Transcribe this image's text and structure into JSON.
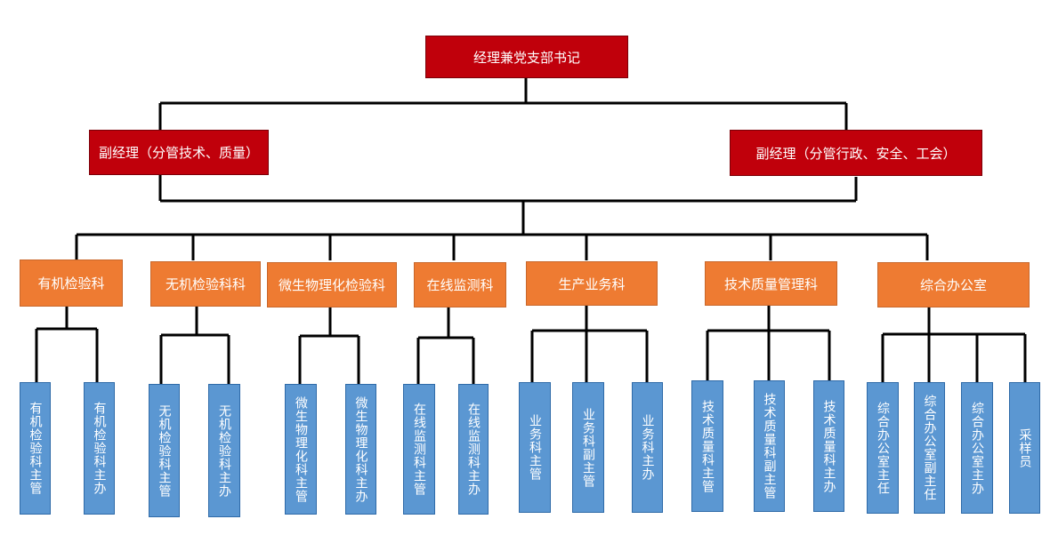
{
  "root": {
    "label": "经理兼党支部书记"
  },
  "deputies": [
    {
      "label": "副经理（分管技术、质量）"
    },
    {
      "label": "副经理（分管行政、安全、工会）"
    }
  ],
  "departments": [
    {
      "label": "有机检验科",
      "staff": [
        "有机检验科主管",
        "有机检验科主办"
      ]
    },
    {
      "label": "无机检验科科",
      "staff": [
        "无机检验科主管",
        "无机检验科主办"
      ]
    },
    {
      "label": "微生物理化检验科",
      "staff": [
        "微生物理化科主管",
        "微生物理化科主办"
      ]
    },
    {
      "label": "在线监测科",
      "staff": [
        "在线监测科主管",
        "在线监测科主办"
      ]
    },
    {
      "label": "生产业务科",
      "staff": [
        "业务科主管",
        "业务科副主管",
        "业务科主办"
      ]
    },
    {
      "label": "技术质量管理科",
      "staff": [
        "技术质量科主管",
        "技术质量科副主管",
        "技术质量科主办"
      ]
    },
    {
      "label": "综合办公室",
      "staff": [
        "综合办公室主任",
        "综合办公室副主任",
        "综合办公室主办",
        "采样员"
      ]
    }
  ],
  "colors": {
    "top": "#c0000b",
    "department": "#ee7b32",
    "staff": "#5b97d2",
    "line": "#000000"
  }
}
